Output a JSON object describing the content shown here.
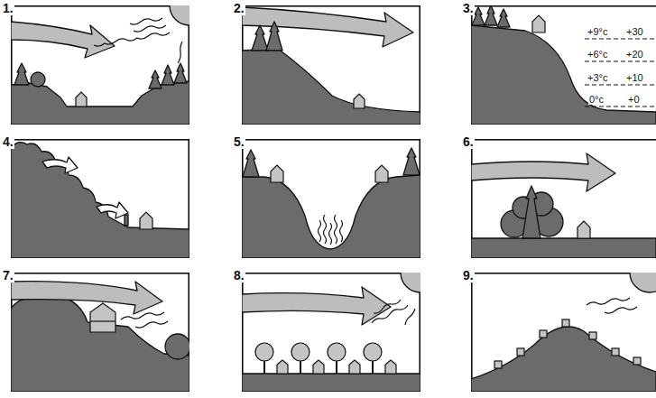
{
  "diagram": {
    "labels": [
      "1.",
      "2.",
      "3.",
      "4.",
      "5.",
      "6.",
      "7.",
      "8.",
      "9.",
      "+9°c",
      "+30",
      "+6°c",
      "+20",
      "+3°c",
      "+10",
      "0°c",
      "+0"
    ]
  }
}
